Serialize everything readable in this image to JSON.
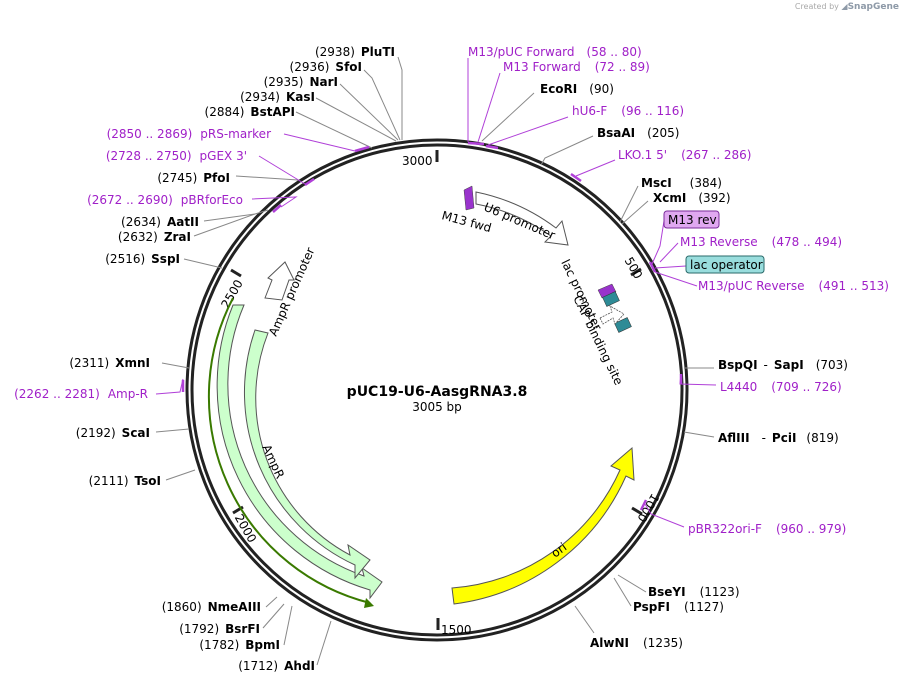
{
  "credit": {
    "prefix": "Created by",
    "brand": "SnapGene"
  },
  "plasmid": {
    "name": "pUC19-U6-AasgRNA3.8",
    "length": "3005 bp"
  },
  "ruler": [
    "3000",
    "500",
    "1000",
    "1500",
    "2000",
    "2500"
  ],
  "features": {
    "ampr_promoter": "AmpR promoter",
    "ampr": "AmpR",
    "ori": "ori",
    "u6_promoter": "U6 promoter",
    "lac_promoter": "lac promoter",
    "cap_site": "CAP binding site",
    "m13_fwd": "M13 fwd",
    "m13_rev": "M13 rev",
    "lac_operator": "lac operator"
  },
  "enzymes_left": [
    {
      "pos": "(2938)",
      "name": "PluTI"
    },
    {
      "pos": "(2936)",
      "name": "SfoI"
    },
    {
      "pos": "(2935)",
      "name": "NarI"
    },
    {
      "pos": "(2934)",
      "name": "KasI"
    },
    {
      "pos": "(2884)",
      "name": "BstAPI"
    },
    {
      "pos": "(2745)",
      "name": "PfoI"
    },
    {
      "pos": "(2634)",
      "name": "AatII"
    },
    {
      "pos": "(2632)",
      "name": "ZraI"
    },
    {
      "pos": "(2516)",
      "name": "SspI"
    },
    {
      "pos": "(2311)",
      "name": "XmnI"
    },
    {
      "pos": "(2192)",
      "name": "ScaI"
    },
    {
      "pos": "(2111)",
      "name": "TsoI"
    },
    {
      "pos": "(1860)",
      "name": "NmeAIII"
    },
    {
      "pos": "(1792)",
      "name": "BsrFI"
    },
    {
      "pos": "(1782)",
      "name": "BpmI"
    },
    {
      "pos": "(1712)",
      "name": "AhdI"
    }
  ],
  "primers_left": [
    {
      "pos": "(2850 .. 2869)",
      "name": "pRS-marker"
    },
    {
      "pos": "(2728 .. 2750)",
      "name": "pGEX 3'"
    },
    {
      "pos": "(2672 .. 2690)",
      "name": "pBRforEco"
    },
    {
      "pos": "(2262 .. 2281)",
      "name": "Amp-R"
    }
  ],
  "enzymes_right": [
    {
      "name": "EcoRI",
      "pos": "(90)"
    },
    {
      "name": "BsaAI",
      "pos": "(205)"
    },
    {
      "name": "MscI",
      "pos": "(384)"
    },
    {
      "name": "XcmI",
      "pos": "(392)"
    },
    {
      "name": "BspQI",
      "sep": "-",
      "name2": "SapI",
      "pos": "(703)"
    },
    {
      "name": "AflIII",
      "sep": "-",
      "name2": "PciI",
      "pos": "(819)"
    },
    {
      "name": "BseYI",
      "pos": "(1123)"
    },
    {
      "name": "PspFI",
      "pos": "(1127)"
    },
    {
      "name": "AlwNI",
      "pos": "(1235)"
    }
  ],
  "primers_right": [
    {
      "name": "M13/pUC Forward",
      "pos": "(58 .. 80)"
    },
    {
      "name": "M13 Forward",
      "pos": "(72 .. 89)"
    },
    {
      "name": "hU6-F",
      "pos": "(96 .. 116)"
    },
    {
      "name": "LKO.1 5'",
      "pos": "(267 .. 286)"
    },
    {
      "name": "M13 Reverse",
      "pos": "(478 .. 494)"
    },
    {
      "name": "M13/pUC Reverse",
      "pos": "(491 .. 513)"
    },
    {
      "name": "L4440",
      "pos": "(709 .. 726)"
    },
    {
      "name": "pBR322ori-F",
      "pos": "(960 .. 979)"
    }
  ],
  "colors": {
    "primer": "#a020c8",
    "ampr_fill": "#ccffcc",
    "ori_fill": "#ffff00",
    "lac_op_fill": "#99dddd",
    "m13_rev_fill": "#e0a8f0",
    "cap_fill": "#2e8b96"
  }
}
